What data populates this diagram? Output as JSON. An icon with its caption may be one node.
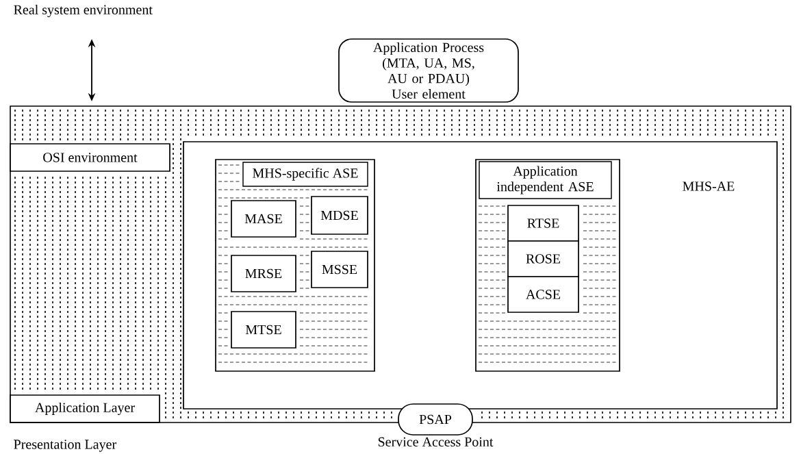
{
  "diagram": {
    "nodes": [
      {
        "text": [],
        "shape": "box"
      },
      {
        "text": [
          "Application Process",
          "(MTA, UA, MS, AU or PDAU)",
          "User element"
        ]
      },
      {
        "text": [
          "OSI environment"
        ],
        "in": 0
      },
      {
        "text": [
          "MHS-AE"
        ],
        "in": 0
      },
      {
        "text": [
          "MHS-specific ASE"
        ],
        "in": 3
      },
      {
        "text": [
          "MASE"
        ],
        "in": 4
      },
      {
        "text": [
          "MDSE"
        ],
        "in": 4
      },
      {
        "text": [
          "MRSE"
        ],
        "in": 4
      },
      {
        "text": [
          "MSSE"
        ],
        "in": 4
      },
      {
        "text": [
          "MTSE"
        ],
        "in": 4
      },
      {
        "text": [
          "Application independent ASE"
        ],
        "in": 3
      },
      {
        "text": [
          "RTSE"
        ],
        "in": 10
      },
      {
        "text": [
          "ROSE"
        ],
        "in": 10
      },
      {
        "text": [
          "ACSE"
        ],
        "in": 10
      },
      {
        "text": [
          "Application Layer"
        ],
        "in": 0
      },
      {
        "text": [
          "PSAP"
        ],
        "beside": [
          "Service Access Point"
        ]
      }
    ],
    "labels": [
      "Real system environment",
      "Presentation Layer"
    ]
  }
}
